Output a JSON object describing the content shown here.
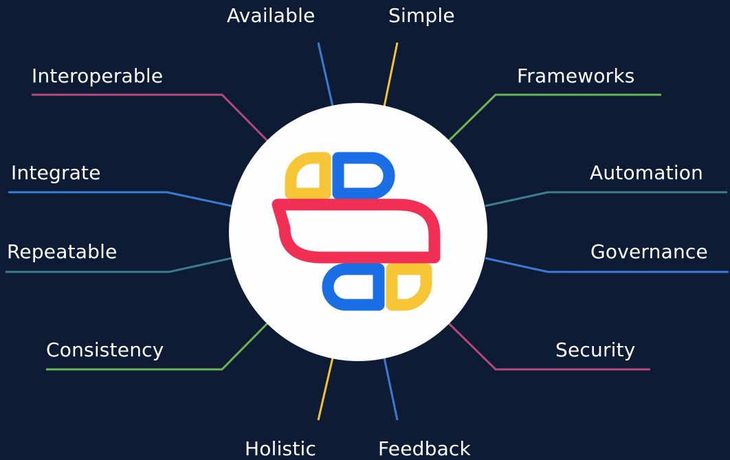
{
  "diagram": {
    "background_color": "#0d1b35",
    "hub": {
      "logo_icon": "stacked-s-logo-icon",
      "logo_colors": [
        "#f7c636",
        "#1a6ee6",
        "#f12f54"
      ]
    },
    "nodes": [
      {
        "id": "available",
        "label": "Available",
        "color": "#3a7bd5"
      },
      {
        "id": "simple",
        "label": "Simple",
        "color": "#f5c231"
      },
      {
        "id": "interoperable",
        "label": "Interoperable",
        "color": "#b6497a"
      },
      {
        "id": "frameworks",
        "label": "Frameworks",
        "color": "#6cb54f"
      },
      {
        "id": "integrate",
        "label": "Integrate",
        "color": "#3a7bd5"
      },
      {
        "id": "automation",
        "label": "Automation",
        "color": "#3b7f8e"
      },
      {
        "id": "repeatable",
        "label": "Repeatable",
        "color": "#3b7f8e"
      },
      {
        "id": "governance",
        "label": "Governance",
        "color": "#3a7bd5"
      },
      {
        "id": "consistency",
        "label": "Consistency",
        "color": "#6cb54f"
      },
      {
        "id": "security",
        "label": "Security",
        "color": "#b6497a"
      },
      {
        "id": "holistic",
        "label": "Holistic",
        "color": "#f5c231"
      },
      {
        "id": "feedback",
        "label": "Feedback",
        "color": "#3a7bd5"
      }
    ]
  }
}
